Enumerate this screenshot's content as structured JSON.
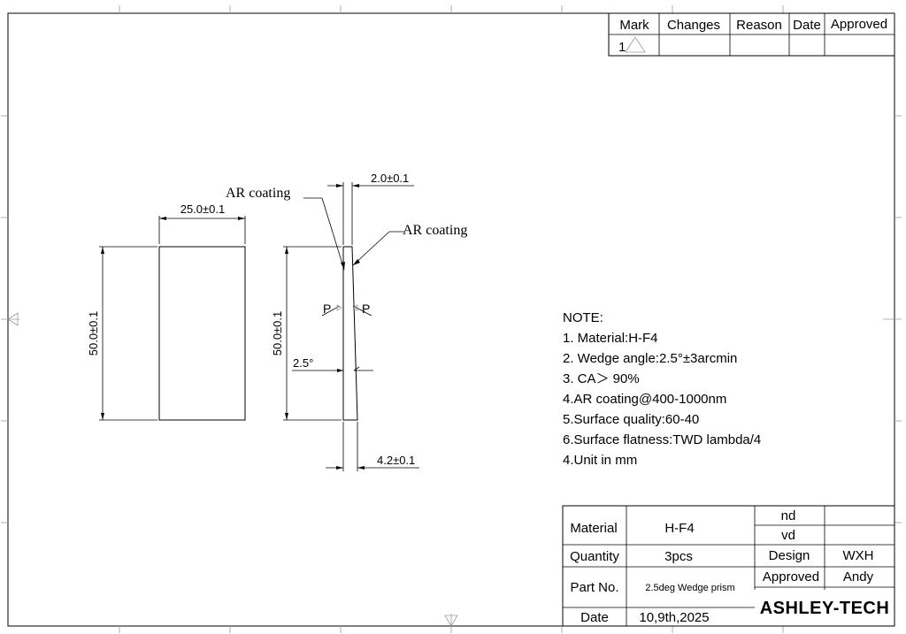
{
  "revision_table": {
    "headers": [
      "Mark",
      "Changes",
      "Reason",
      "Date",
      "Approved"
    ],
    "row": {
      "mark": "1"
    }
  },
  "drawing": {
    "plate_width": "25.0±0.1",
    "plate_height": "50.0±0.1",
    "prism_height": "50.0±0.1",
    "thin_edge": "2.0±0.1",
    "thick_edge": "4.2±0.1",
    "wedge_angle": "2.5°",
    "coating_label_1": "AR coating",
    "coating_label_2": "AR coating",
    "p_left": "P",
    "p_right": "P"
  },
  "notes": {
    "heading": "NOTE:",
    "items": [
      "1. Material:H-F4",
      "2. Wedge angle:2.5°±3arcmin",
      "3. CA＞ 90%",
      "4.AR coating@400-1000nm",
      "5.Surface quality:60-40",
      "6.Surface flatness:TWD lambda/4",
      "4.Unit in mm"
    ]
  },
  "title_block": {
    "material_label": "Material",
    "material_value": "H-F4",
    "nd_label": "nd",
    "vd_label": "vd",
    "quantity_label": "Quantity",
    "quantity_value": "3pcs",
    "design_label": "Design",
    "design_value": "WXH",
    "part_label": "Part No.",
    "part_value": "2.5deg Wedge prism",
    "approved_label": "Approved",
    "approved_value": "Andy",
    "date_label": "Date",
    "date_value": "10,9th,2025",
    "company": "ASHLEY-TECH"
  }
}
